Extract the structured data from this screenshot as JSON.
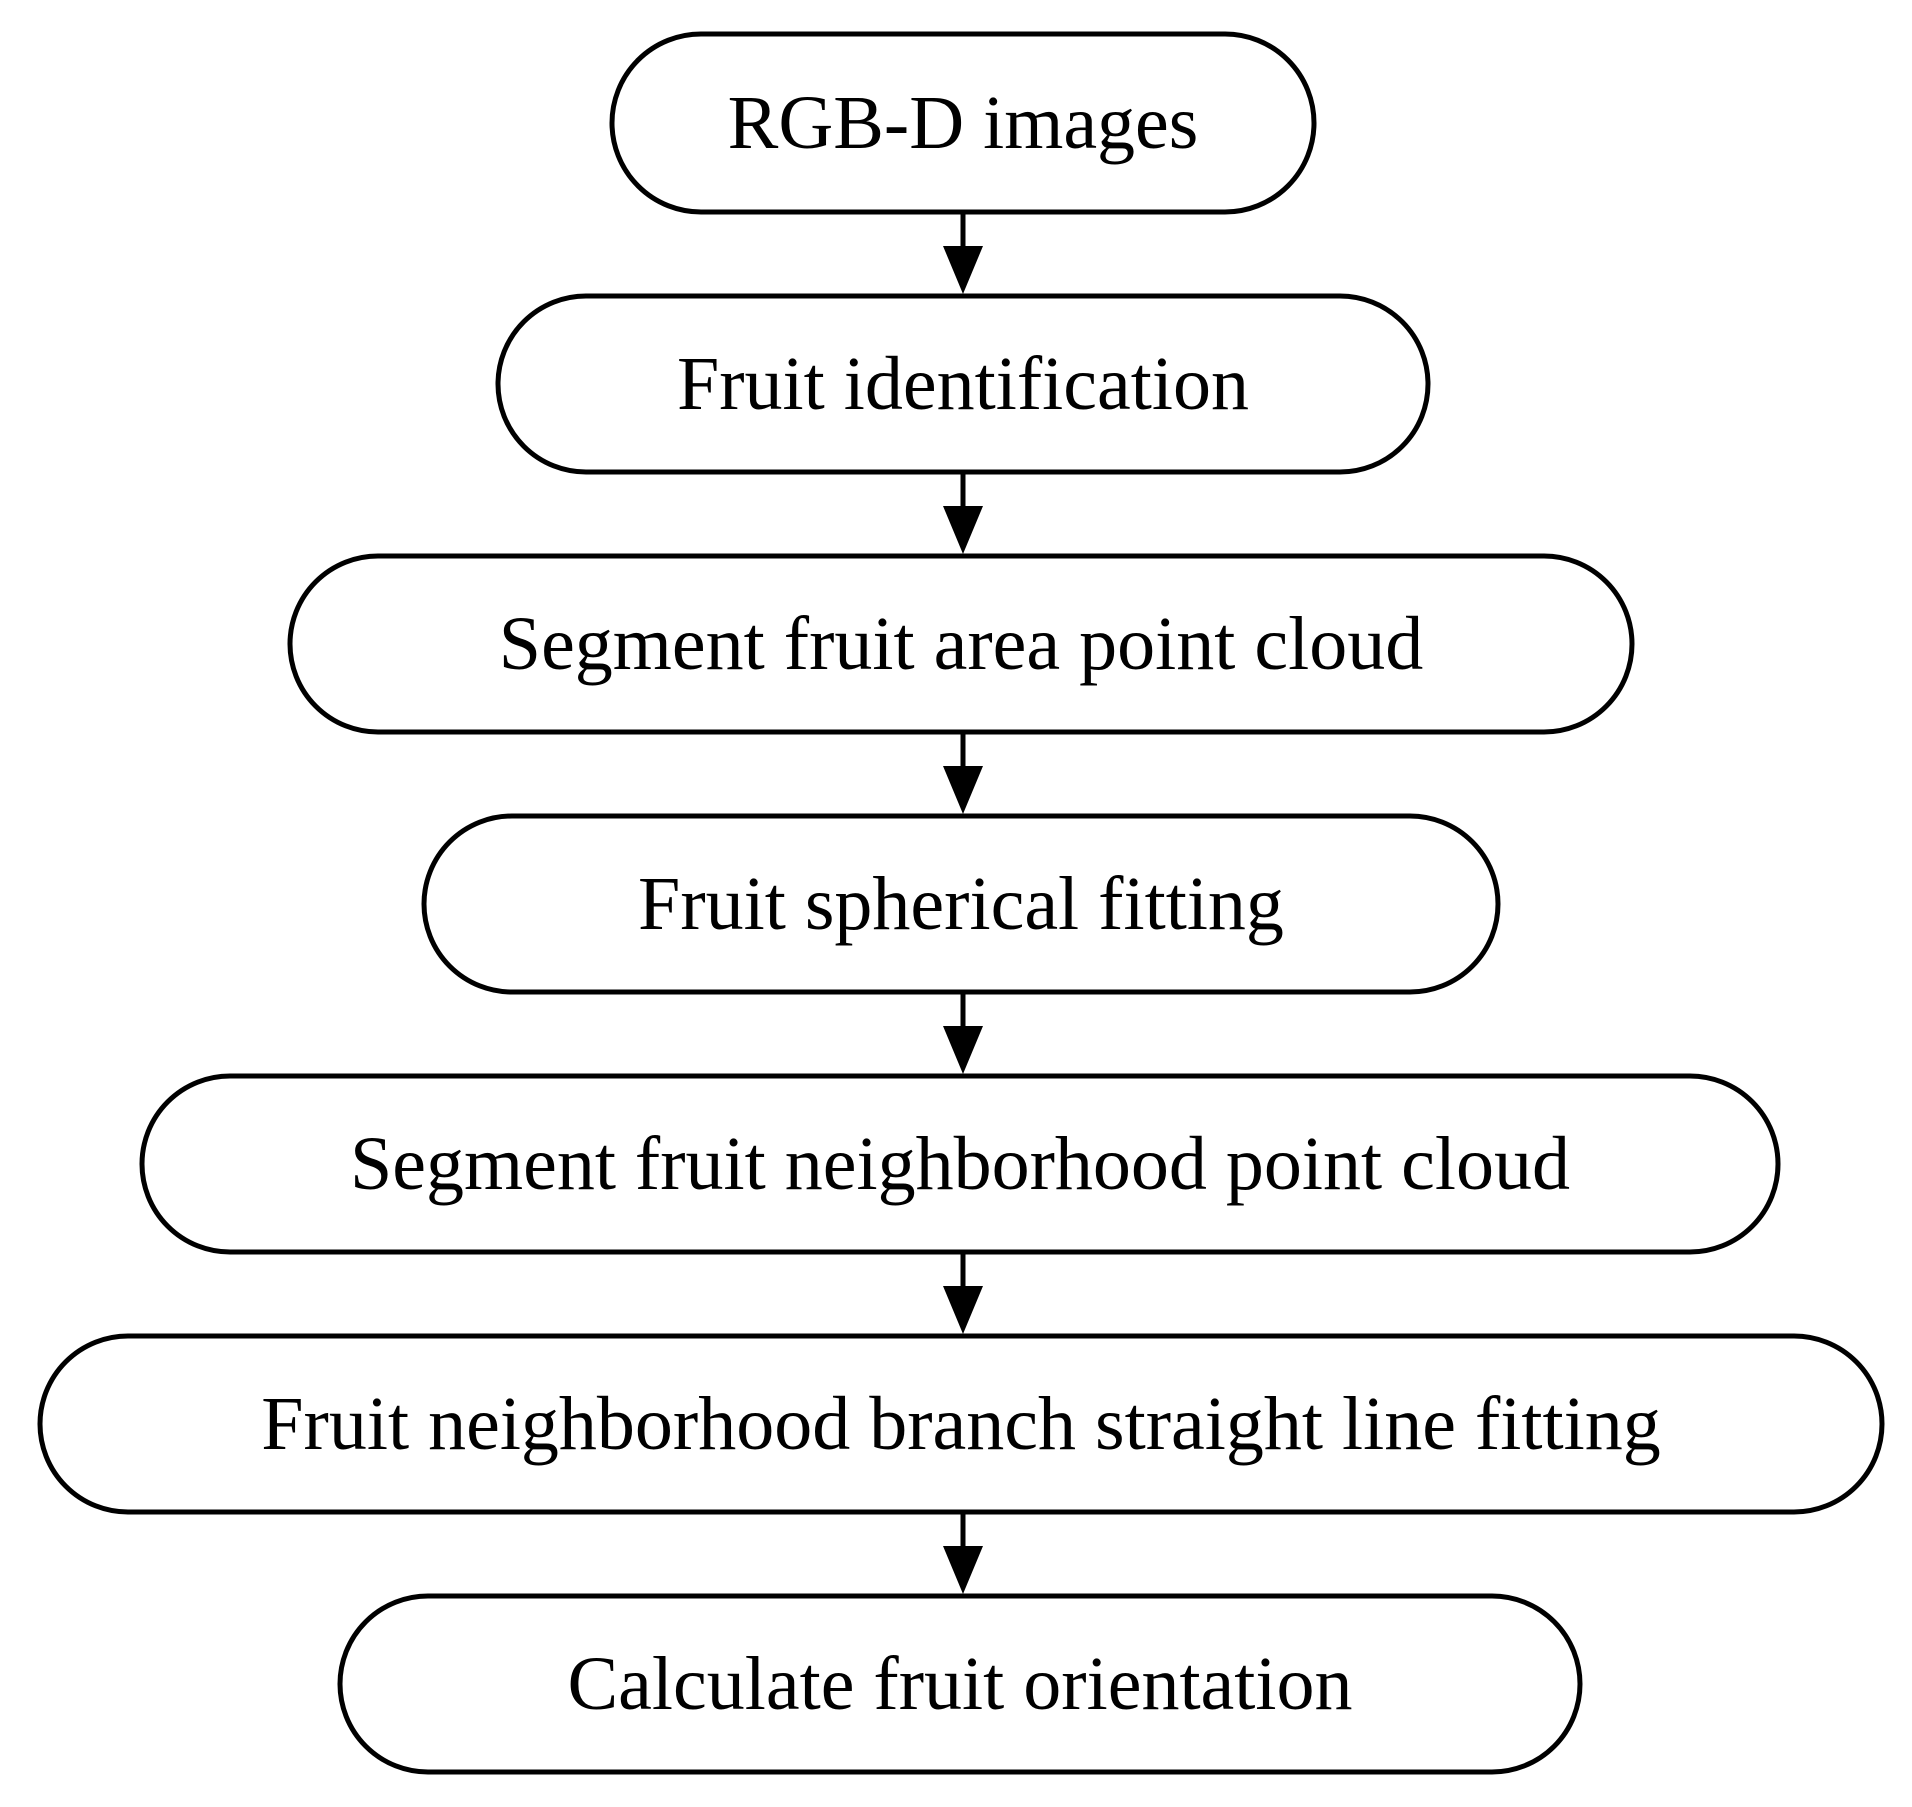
{
  "steps": [
    {
      "label": "RGB-D images"
    },
    {
      "label": "Fruit identification"
    },
    {
      "label": "Segment fruit area point cloud"
    },
    {
      "label": "Fruit spherical fitting"
    },
    {
      "label": "Segment fruit neighborhood point cloud"
    },
    {
      "label": "Fruit neighborhood branch straight line fitting"
    },
    {
      "label": "Calculate fruit orientation"
    }
  ]
}
